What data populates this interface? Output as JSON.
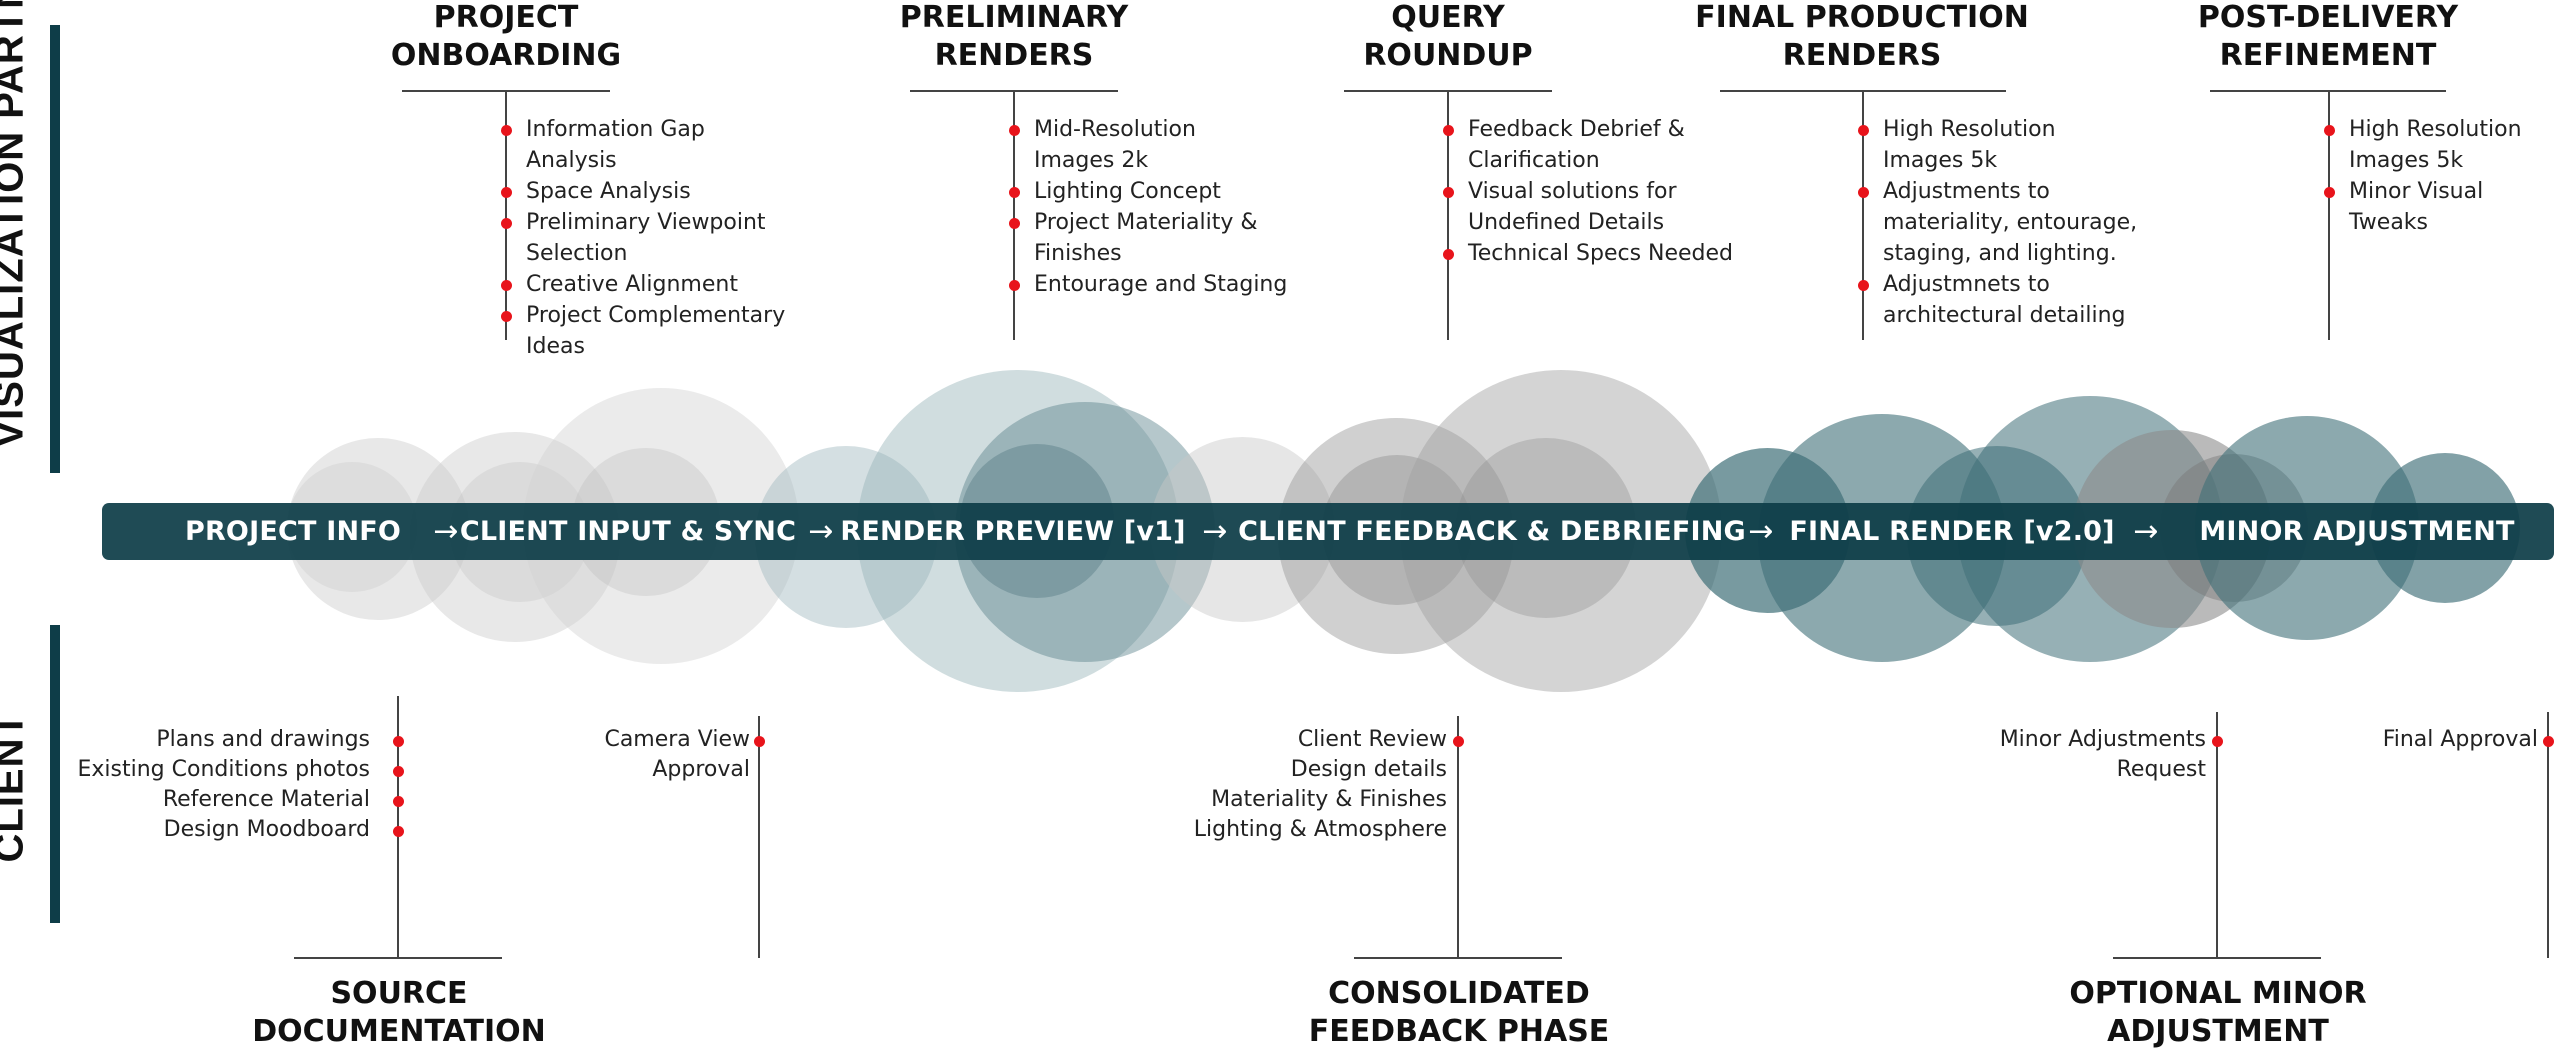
{
  "side_labels": {
    "top": "VISUALIZATION PARTNER",
    "bottom": "CLIENT"
  },
  "colors": {
    "timeline": "#0e3d48",
    "bullet": "#e8141b",
    "bubble_light": "#d9d9d9",
    "bubble_mid": "#9e9e9e",
    "bubble_teal": "#3f6f78"
  },
  "timeline": {
    "steps": [
      "PROJECT INFO",
      "CLIENT INPUT & SYNC",
      "RENDER PREVIEW [v1]",
      "CLIENT FEEDBACK & DEBRIEFING",
      "FINAL RENDER [v2.0]",
      "MINOR ADJUSTMENT"
    ],
    "arrow": "→"
  },
  "top_phases": [
    {
      "title_line1": "PROJECT",
      "title_line2": "ONBOARDING",
      "items": [
        "Information Gap",
        "Analysis",
        "Space Analysis",
        "Preliminary Viewpoint",
        "Selection",
        "Creative Alignment",
        "Project Complementary",
        "Ideas"
      ]
    },
    {
      "title_line1": "PRELIMINARY",
      "title_line2": "RENDERS",
      "items": [
        "Mid-Resolution",
        "Images 2k",
        "Lighting Concept",
        "Project Materiality &",
        "Finishes",
        "Entourage and Staging"
      ]
    },
    {
      "title_line1": "QUERY",
      "title_line2": "ROUNDUP",
      "items": [
        "Feedback Debrief &",
        "Clarification",
        "Visual solutions for",
        "Undefined Details",
        "Technical Specs Needed"
      ]
    },
    {
      "title_line1": "FINAL PRODUCTION",
      "title_line2": "RENDERS",
      "items": [
        "High Resolution",
        "Images 5k",
        "Adjustments to",
        "materiality, entourage,",
        "staging, and lighting.",
        "Adjustmnets to",
        "architectural detailing"
      ]
    },
    {
      "title_line1": "POST-DELIVERY",
      "title_line2": "REFINEMENT",
      "items": [
        "High Resolution",
        "Images 5k",
        "Minor Visual Tweaks"
      ]
    }
  ],
  "bottom_phases": [
    {
      "title_line1": "SOURCE",
      "title_line2": "DOCUMENTATION",
      "items": [
        "Plans and drawings",
        "Existing Conditions photos",
        "Reference Material",
        "Design Moodboard"
      ]
    },
    {
      "items": [
        "Camera View",
        "Approval"
      ]
    },
    {
      "title_line1": "CONSOLIDATED",
      "title_line2": "FEEDBACK PHASE",
      "items": [
        "Client Review",
        "Design details",
        "Materiality & Finishes",
        "Lighting & Atmosphere"
      ]
    },
    {
      "title_line1": "OPTIONAL MINOR",
      "title_line2": "ADJUSTMENT",
      "items": [
        "Minor Adjustments",
        "Request"
      ]
    },
    {
      "items": [
        "Final Approval"
      ]
    }
  ]
}
